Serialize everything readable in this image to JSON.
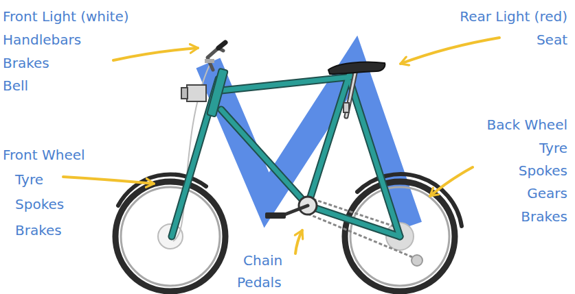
{
  "diagram": {
    "labels": [
      "Front Light (white)",
      "Handlebars",
      "Brakes",
      "Bell",
      "Rear Light (red)",
      "Seat",
      "Front Wheel",
      "Tyre",
      "Spokes",
      "Brakes",
      "Back Wheel",
      "Tyre",
      "Spokes",
      "Gears",
      "Brakes",
      "Chain",
      "Pedals"
    ]
  }
}
